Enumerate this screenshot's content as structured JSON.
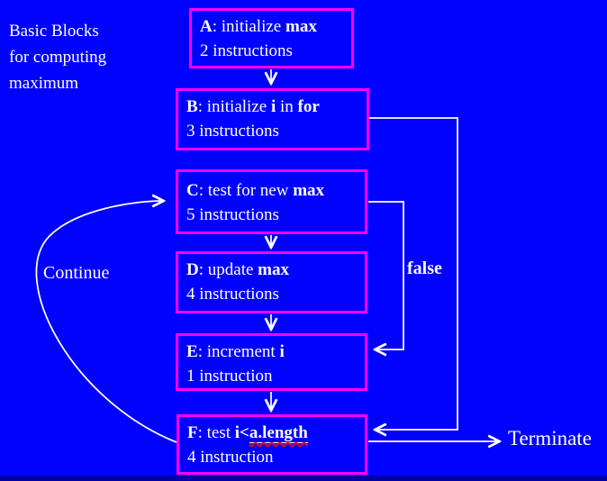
{
  "slide": {
    "title": "Basic Blocks\nfor computing\nmaximum"
  },
  "blocks": [
    {
      "name": "A",
      "seg": [
        "A",
        ": initialize ",
        "max"
      ],
      "line2": "2 instructions"
    },
    {
      "name": "B",
      "seg": [
        "B",
        ": initialize ",
        "i",
        " in ",
        "for"
      ],
      "line2": "3 instructions"
    },
    {
      "name": "C",
      "seg": [
        "C",
        ": test for new ",
        "max"
      ],
      "line2": "5 instructions"
    },
    {
      "name": "D",
      "seg": [
        "D",
        ": update ",
        "max"
      ],
      "line2": "4 instructions"
    },
    {
      "name": "E",
      "seg": [
        "E",
        ": increment ",
        "i"
      ],
      "line2": "1 instruction"
    },
    {
      "name": "F",
      "seg": [
        "F",
        ": test ",
        "i<",
        "a.length"
      ],
      "line2": "4 instruction"
    }
  ],
  "labels": {
    "continue": "Continue",
    "false_label": "false",
    "terminate": "Terminate"
  },
  "edges": [
    "A -> B",
    "B -> F",
    "C -> D",
    "C -> E (false)",
    "D -> E",
    "E -> F",
    "F -> C (Continue)",
    "F -> Terminate"
  ],
  "colors": {
    "background": "#0101FE",
    "box_border": "#FF00FF",
    "text": "#FFFFFF",
    "arrows": "#FFFFFF",
    "footer_strip": "#0000A6",
    "spellcheck_squiggle": "#FF0000"
  }
}
